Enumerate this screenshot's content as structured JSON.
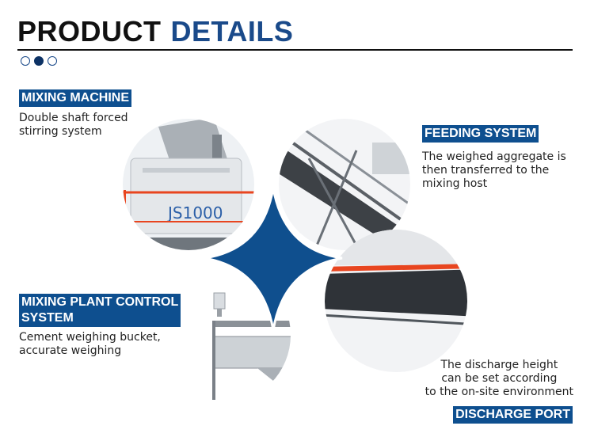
{
  "header": {
    "title_word1": "PRODUCT",
    "title_word2": "DETAILS",
    "pagination_dots": 3,
    "active_dot": 1
  },
  "sections": {
    "mixing_machine": {
      "label": "MIXING MACHINE",
      "description_line1": "Double shaft forced",
      "description_line2": "stirring system",
      "machine_text": "JS1000"
    },
    "feeding_system": {
      "label": "FEEDING SYSTEM",
      "description_line1": "The weighed aggregate is",
      "description_line2": "then transferred to the",
      "description_line3": "mixing host"
    },
    "control": {
      "label_line1": "MIXING PLANT CONTROL",
      "label_line2": "SYSTEM",
      "description_line1": "Cement weighing bucket,",
      "description_line2": "accurate weighing"
    },
    "discharge_port": {
      "label": "DISCHARGE PORT",
      "description_line1": "The discharge height",
      "description_line2": "can be set according",
      "description_line3": "to the on-site environment"
    }
  },
  "colors": {
    "brand_blue": "#1a4a8a",
    "label_blue": "#0e4f8f",
    "diamond_blue": "#0f4f8e",
    "rail_orange": "#e8451f"
  }
}
